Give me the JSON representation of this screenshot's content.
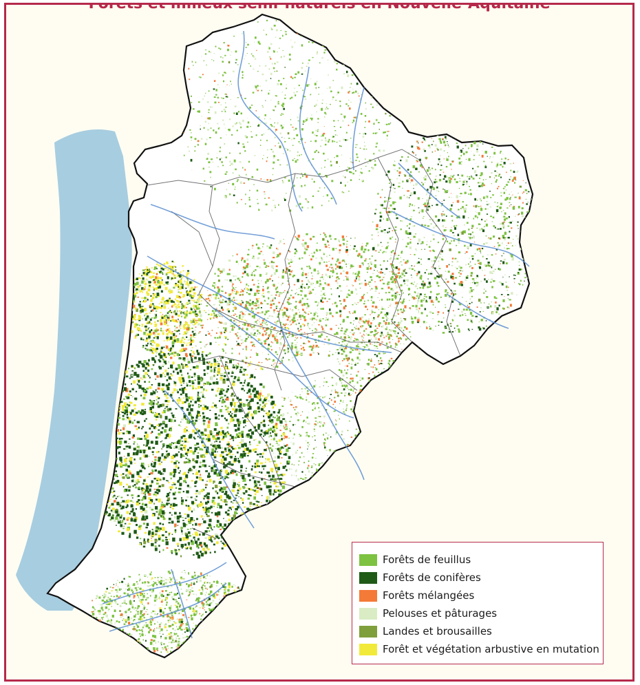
{
  "title": "Forêts et milieux semi-naturels en Nouvelle-Aquitaine",
  "legend": {
    "items": [
      {
        "label": "Forêts de feuillus",
        "color": "#7dc241"
      },
      {
        "label": "Forêts de conifères",
        "color": "#1f5a17"
      },
      {
        "label": "Forêts mélangées",
        "color": "#f47a38"
      },
      {
        "label": "Pelouses et pâturages",
        "color": "#d9ecc4"
      },
      {
        "label": "Landes et brousailles",
        "color": "#7f9e3c"
      },
      {
        "label": "Forêt et végétation arbustive en mutation",
        "color": "#f2ea3a"
      }
    ]
  },
  "colors": {
    "frame": "#b5294a",
    "background": "#fffdf2",
    "ocean": "#a7cde0",
    "rivers": "#5b8fd1",
    "boundary": "#111111",
    "departments": "#444444"
  }
}
